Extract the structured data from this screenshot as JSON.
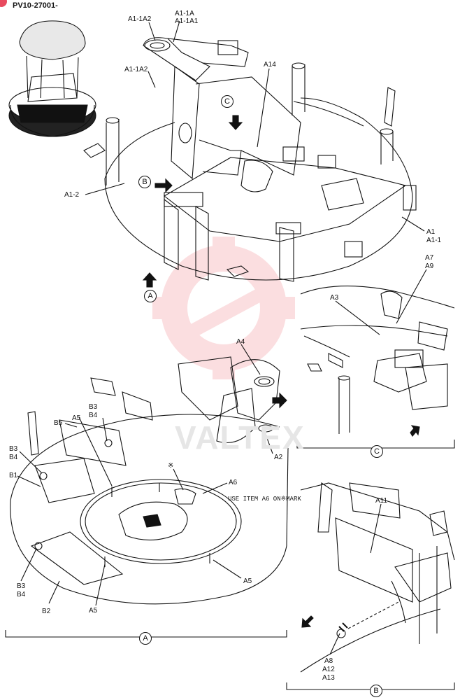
{
  "header": {
    "serial_range": "PV10-27001-"
  },
  "watermark": {
    "text": "VALTEX",
    "color": "#f4a3a8"
  },
  "views": {
    "a_label": "A",
    "b_label": "B",
    "c_label": "C"
  },
  "callouts": {
    "a1_1a2_top": "A1-1A2",
    "a1_1a": "A1-1A",
    "a1_1a1": "A1-1A1",
    "a1_1a2_left": "A1-1A2",
    "a14": "A14",
    "a1_2": "A1-2",
    "a1": "A1",
    "a1_1": "A1-1",
    "a7": "A7",
    "a9": "A9",
    "a3": "A3",
    "a4": "A4",
    "a2": "A2",
    "b3_top": "B3",
    "b4_top": "B4",
    "b5": "B5",
    "a5_top": "A5",
    "b3_left": "B3",
    "b4_left": "B4",
    "b1": "B1",
    "mark_symbol": "※",
    "a6": "A6",
    "a6_note": "USE ITEM A6 ON※MARK",
    "b3_bottom": "B3",
    "b4_bottom": "B4",
    "b2": "B2",
    "a5_bottom_left": "A5",
    "a5_right": "A5",
    "a11": "A11",
    "a8": "A8",
    "a12": "A12",
    "a13": "A13"
  }
}
